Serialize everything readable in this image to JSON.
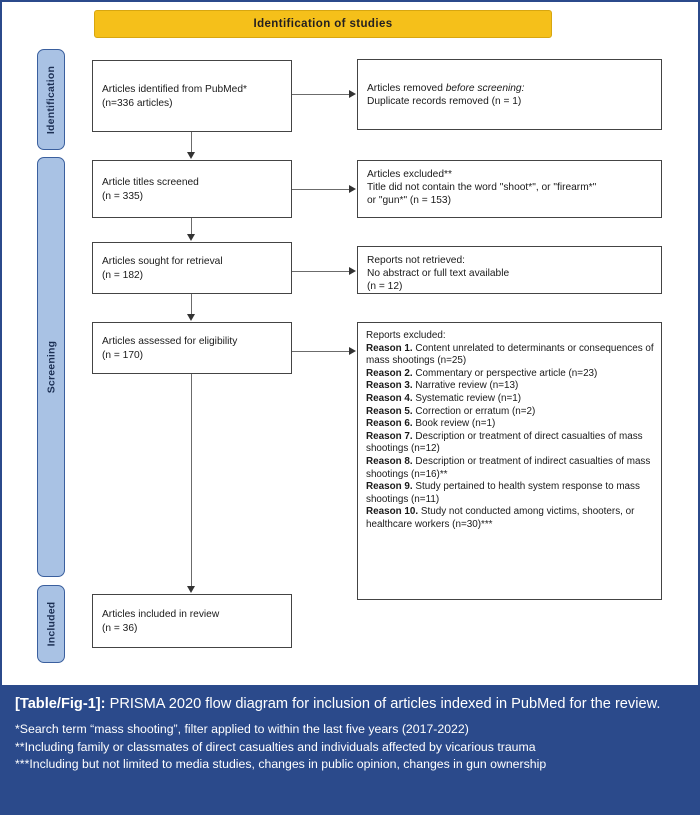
{
  "figure": {
    "banner_title": "Identification of studies",
    "stages": [
      {
        "key": "identification",
        "label": "Identification"
      },
      {
        "key": "screening",
        "label": "Screening"
      },
      {
        "key": "included",
        "label": "Included"
      }
    ],
    "flow": {
      "identified": {
        "line1": "Articles identified from PubMed*",
        "line2": "(n=336 articles)"
      },
      "removed": {
        "line1_prefix": "Articles removed ",
        "line1_italic": "before screening:",
        "line2": "Duplicate records removed  (n = 1)"
      },
      "titles_screened": {
        "line1": "Article titles screened",
        "line2": "(n = 335)"
      },
      "excluded_titles": {
        "line1": "Articles excluded**",
        "line2": "Title did not contain the word \"shoot*\", or \"firearm*\"",
        "line3": "or \"gun*\" (n = 153)"
      },
      "sought_retrieval": {
        "line1": "Articles sought for retrieval",
        "line2": "(n = 182)"
      },
      "not_retrieved": {
        "line1": "Reports not retrieved:",
        "line2": "No abstract or full text  available",
        "line3": "(n = 12)"
      },
      "assessed_eligibility": {
        "line1": "Articles assessed for eligibility",
        "line2": "(n = 170)"
      },
      "reports_excluded": {
        "heading": "Reports excluded:",
        "reasons": [
          {
            "label": "Reason 1.",
            "text": "Content unrelated to determinants or consequences of mass shootings (n=25)"
          },
          {
            "label": "Reason 2.",
            "text": "Commentary or perspective article (n=23)"
          },
          {
            "label": "Reason 3.",
            "text": "Narrative review (n=13)"
          },
          {
            "label": "Reason 4.",
            "text": "Systematic review (n=1)"
          },
          {
            "label": "Reason 5.",
            "text": "Correction or erratum (n=2)"
          },
          {
            "label": "Reason 6.",
            "text": "Book review (n=1)"
          },
          {
            "label": "Reason 7.",
            "text": "Description or treatment of direct casualties of mass shootings (n=12)"
          },
          {
            "label": "Reason 8.",
            "text": "Description or treatment of indirect casualties of mass shootings (n=16)**"
          },
          {
            "label": "Reason 9.",
            "text": "Study pertained to health system response to mass shootings (n=11)"
          },
          {
            "label": "Reason 10.",
            "text": "Study not conducted among victims, shooters, or healthcare workers (n=30)***"
          }
        ]
      },
      "included_review": {
        "line1": "Articles included in review",
        "line2": "(n = 36)"
      }
    }
  },
  "caption": {
    "figure_label": "[Table/Fig-1]:",
    "title": " PRISMA 2020 flow diagram for inclusion of articles indexed in PubMed for the review.",
    "footnotes": [
      "*Search term “mass shooting”, filter applied to within the last five years (2017-2022)",
      "**Including family or classmates of direct casualties and individuals affected by vicarious trauma",
      "***Including but not limited to media studies, changes in public opinion, changes in gun ownership"
    ]
  },
  "colors": {
    "banner": "#f5c01a",
    "stage_tab": "#a9c2e4",
    "stage_tab_border": "#3a5f9e",
    "caption_bg": "#2b4a8b",
    "frame_border": "#2b4a8b"
  }
}
